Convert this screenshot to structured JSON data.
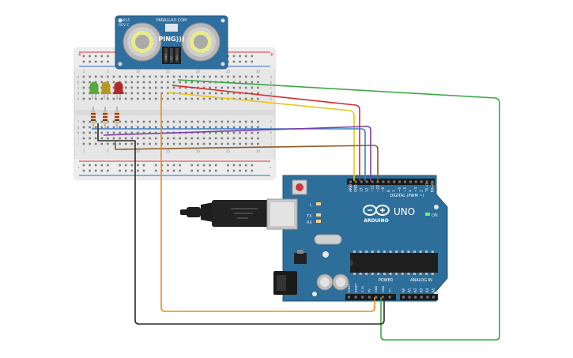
{
  "sensor": {
    "brand": "PARALLAX.COM",
    "model": "28015",
    "rev": "REV C",
    "label": "PING)))",
    "pin_labels": [
      "GND",
      "5V",
      "SIG"
    ]
  },
  "breadboard": {
    "col_numbers": [
      "1",
      "5",
      "10",
      "15",
      "20",
      "25",
      "30"
    ],
    "row_letters_top": [
      "a",
      "b",
      "c",
      "d",
      "e"
    ],
    "row_letters_bottom": [
      "f",
      "g",
      "h",
      "i",
      "j"
    ],
    "rail_plus": "+",
    "rail_minus": "-"
  },
  "leds": [
    {
      "color": "#5aa83c"
    },
    {
      "color": "#b39a1e"
    },
    {
      "color": "#b22a2a"
    }
  ],
  "arduino": {
    "logo": "ARDUINO",
    "model": "UNO",
    "on_label": "ON",
    "digital_label": "DIGITAL (PWM ~)",
    "power_label": "POWER",
    "analog_label": "ANALOG IN",
    "tx_label": "TX",
    "rx_label": "RX",
    "l_label": "L",
    "top_pins": [
      "AREF",
      "GND",
      "13",
      "12",
      "~11",
      "~10",
      "~9",
      "8",
      "7",
      "~6",
      "~5",
      "4",
      "~3",
      "2",
      "TX→1",
      "RX←0"
    ],
    "power_pins": [
      "IOREF",
      "RESET",
      "3.3V",
      "5V",
      "GND",
      "GND",
      "Vin"
    ],
    "analog_pins": [
      "A0",
      "A1",
      "A2",
      "A3",
      "A4",
      "A5"
    ]
  },
  "wires": {
    "red": "#d62a2a",
    "yellow": "#e8c619",
    "green": "#3aa845",
    "blue": "#3a7fc4",
    "purple": "#7b3fa8",
    "brown": "#8b5a2b",
    "orange": "#f08a1c",
    "black": "#2a2a2a"
  }
}
